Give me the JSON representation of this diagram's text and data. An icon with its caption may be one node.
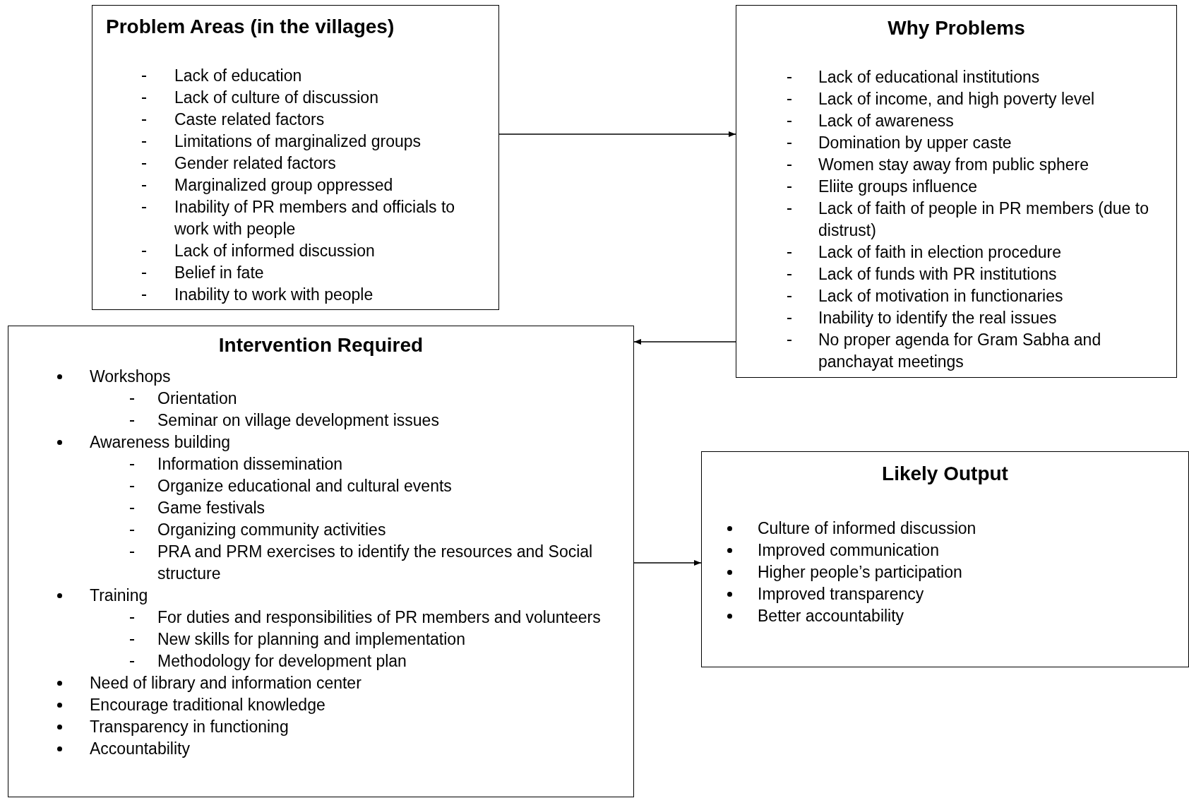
{
  "diagram": {
    "nodes": [
      {
        "text": [
          "Problem Areas (in the villages)",
          "Lack of education",
          "Lack of culture of discussion",
          "Caste related factors",
          "Limitations of marginalized groups",
          "Gender related factors",
          "Marginalized group oppressed",
          "Inability of PR members and officials to work with people",
          "Lack of informed discussion",
          "Belief in fate",
          "Inability to work with people"
        ]
      },
      {
        "text": [
          "Why Problems",
          "Lack of educational institutions",
          "Lack of income, and high poverty level",
          "Lack of awareness",
          "Domination by upper caste",
          "Women stay away from public sphere",
          "Eliite groups influence",
          "Lack of faith of people in PR members (due to distrust)",
          "Lack of faith in election procedure",
          "Lack of funds with PR institutions",
          "Lack of motivation in functionaries",
          "Inability to identify the real issues",
          "No proper agenda for Gram Sabha and panchayat meetings"
        ]
      },
      {
        "text": [
          "Intervention Required",
          "Workshops",
          "Orientation",
          "Seminar on village development issues",
          "Awareness building",
          "Information dissemination",
          "Organize educational and cultural events",
          "Game festivals",
          "Organizing community activities",
          "PRA and PRM exercises to identify the resources and Social structure",
          "Training",
          "For duties and responsibilities of PR members and volunteers",
          "New skills for planning and implementation",
          "Methodology for development plan",
          "Need of library and information center",
          "Encourage traditional knowledge",
          "Transparency in functioning",
          "Accountability"
        ]
      },
      {
        "text": [
          "Likely Output",
          "Culture of informed discussion",
          "Improved communication",
          "Higher people’s participation",
          "Improved transparency",
          "Better accountability"
        ]
      }
    ],
    "edges": [
      {
        "from": 0,
        "to": 1,
        "arrow": "to"
      },
      {
        "from": 1,
        "to": 2,
        "arrow": "to"
      },
      {
        "from": 2,
        "to": 3,
        "arrow": "to"
      }
    ]
  }
}
